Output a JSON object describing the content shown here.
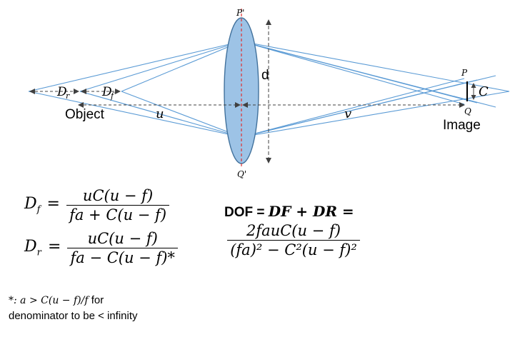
{
  "diagram": {
    "labels": {
      "p_prime": "P'",
      "q_prime": "Q'",
      "d": "d",
      "dr": "Dr",
      "df": "Df",
      "object": "Object",
      "u": "u",
      "v": "v",
      "p": "P",
      "q": "Q",
      "c": "C",
      "image": "Image"
    },
    "colors": {
      "ray": "#5b9bd5",
      "lens_fill": "#9dc3e6",
      "lens_stroke": "#41719c",
      "axis_red": "#e03030",
      "arrow_dark": "#404040"
    }
  },
  "equations": {
    "df_lhs": "Df",
    "df_num": "uC(u − f)",
    "df_den": "fa + C(u − f)",
    "dr_lhs": "Dr",
    "dr_num": "uC(u − f)",
    "dr_den": "fa − C(u − f)*",
    "dof_title": "DOF = ",
    "dof_sum": "DF + DR =",
    "dof_num": "2fauC(u − f)",
    "dof_den": "(fa)² − C²(u − f)²"
  },
  "note": {
    "condition": "*: a > C(u − f)/f",
    "for_text": "for",
    "line2": "denominator to be < infinity"
  }
}
